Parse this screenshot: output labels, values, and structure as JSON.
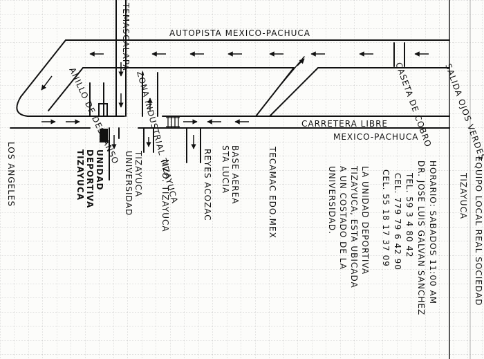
{
  "roads": {
    "autopista": "AUTOPISTA MEXICO-PACHUCA",
    "carretera_1": "CARRETERA LIBRE",
    "carretera_2": "MEXICO-PACHUCA",
    "tecamac_top": "TEMASCALAPA"
  },
  "places": {
    "anillo": "ANILLO DE DESCANSO",
    "zona": "ZONA INDUSTRIAL TIZAYUCA",
    "caseta": "CASETA DE COBRO",
    "salida": "SALIDA OJOS VERDES",
    "los_angeles": "LOS ANGELES",
    "unidad_1": "UNIDAD",
    "unidad_2": "DEPORTIVA",
    "unidad_3": "TIZAYUCA",
    "tiz_univ_1": "TIZAYUCA",
    "tiz_univ_2": "UNIVERSIDAD",
    "nvo": "NVO. TIZAYUCA",
    "reyes": "REYES ACOZAC",
    "base_1": "BASE AEREA",
    "base_2": "STA LUCIA",
    "tecamac": "TECAMAC EDO.MEX"
  },
  "info": {
    "line1": "LA UNIDAD DEPORTIVA",
    "line2": "TIZAYUCA, ESTA UBICADA",
    "line3": "A UN COSTADO DE LA",
    "line4": "UNIVERSIDAD."
  },
  "contact": {
    "horario": "HORARIO: SABADOS 11:00 AM",
    "director": "DR. JOSE LUIS GALVAN SANCHEZ",
    "tel": "TEL. 59 3 4 80 42",
    "cel1": "CEL. 779 79 6 42 90",
    "cel2": "CEL. 55 18 17 37 09"
  },
  "team": {
    "line1": "EQUIPO LOCAL REAL SOCIEDAD",
    "line2": "TIZAYUCA"
  }
}
